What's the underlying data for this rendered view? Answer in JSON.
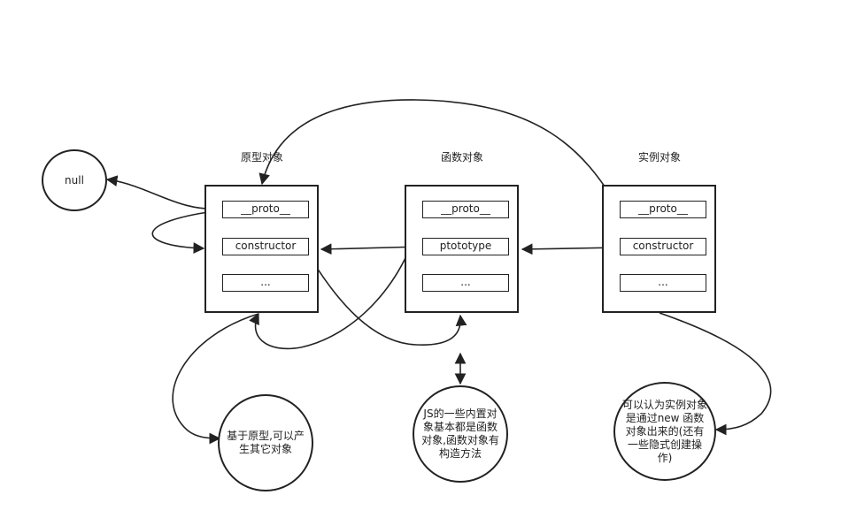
{
  "objects": {
    "prototype": {
      "title": "原型对象",
      "slots": [
        "__proto__",
        "constructor",
        "..."
      ]
    },
    "function": {
      "title": "函数对象",
      "slots": [
        "__proto__",
        "ptototype",
        "..."
      ]
    },
    "instance": {
      "title": "实例对象",
      "slots": [
        "__proto__",
        "constructor",
        "..."
      ]
    }
  },
  "nodes": {
    "null": "null",
    "prototype_note": "基于原型,可以产生其它对象",
    "builtin_note": "JS的一些内置对象基本都是函数对象,函数对象有构造方法",
    "instance_note": "可以认为实例对象是通过new 函数对象出来的(还有一些隐式创建操作)"
  }
}
